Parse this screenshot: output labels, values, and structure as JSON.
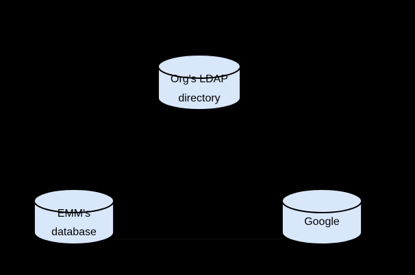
{
  "diagram": {
    "type": "database-sync-diagram",
    "background_color": "#000000",
    "cylinder_fill": "#d9e7fb",
    "cylinder_stroke": "#000000",
    "text_color": "#000000",
    "connector_color": "#0d0d0d"
  },
  "nodes": {
    "ldap": {
      "shape": "database-cylinder",
      "lines": [
        "Org's LDAP",
        "directory"
      ]
    },
    "emm": {
      "shape": "database-cylinder",
      "lines": [
        "EMM's",
        "database"
      ]
    },
    "google": {
      "shape": "database-cylinder",
      "lines": [
        "Google"
      ]
    }
  }
}
